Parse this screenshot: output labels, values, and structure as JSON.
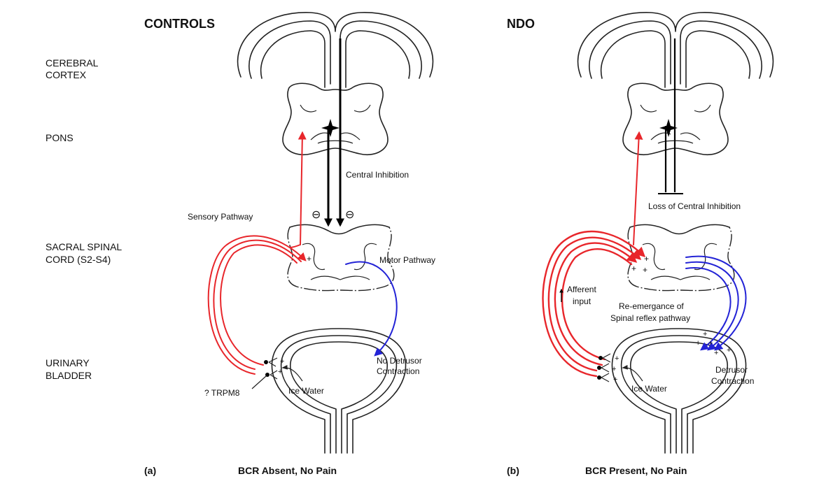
{
  "panels": {
    "controls": {
      "title": "CONTROLS",
      "letter": "(a)",
      "result": "BCR Absent,  No Pain",
      "central_inhibition": "Central Inhibition",
      "sensory_pathway": "Sensory Pathway",
      "motor_pathway": "Motor Pathway",
      "no_detrusor_1": "No Detrusor",
      "no_detrusor_2": "Contraction",
      "trpm8": "? TRPM8",
      "ice_water": "Ice Water",
      "minus_symbol": "⊖",
      "plus_symbol": "+"
    },
    "ndo": {
      "title": "NDO",
      "letter": "(b)",
      "result": "BCR Present,  No Pain",
      "loss_inhibition": "Loss of Central Inhibition",
      "afferent_1": "Afferent",
      "afferent_2": "input",
      "reemergence_1": "Re-emergance of",
      "reemergence_2": "Spinal reflex pathway",
      "detrusor_1": "Detrusor",
      "detrusor_2": "Contraction",
      "ice_water": "Ice Water",
      "plus_symbol": "+"
    }
  },
  "levels": {
    "cortex_1": "CEREBRAL",
    "cortex_2": "CORTEX",
    "pons": "PONS",
    "sacral_1": "SACRAL SPINAL",
    "sacral_2": "CORD (S2-S4)",
    "bladder_1": "URINARY",
    "bladder_2": "BLADDER"
  },
  "colors": {
    "sensory": "#e8262b",
    "motor": "#2323d6",
    "inhibition": "#000000"
  }
}
